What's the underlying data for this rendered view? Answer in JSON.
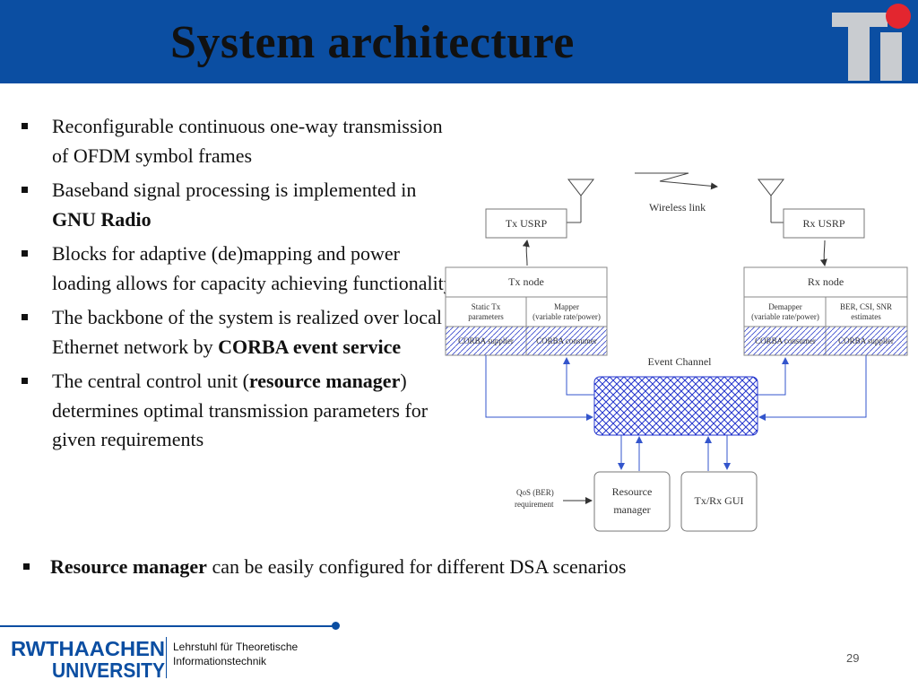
{
  "slide": {
    "title": "System architecture",
    "bullets": [
      {
        "text": "Reconfigurable continuous one-way transmission of OFDM symbol frames"
      },
      {
        "pre": "Baseband signal processing is implemented in ",
        "bold": "GNU Radio",
        "post": ""
      },
      {
        "text": "Blocks for adaptive (de)mapping and power loading allows for capacity achieving functionality"
      },
      {
        "pre": "The backbone of the system is realized over local Ethernet network by ",
        "bold": "CORBA event service",
        "post": ""
      },
      {
        "pre": "The central control unit (",
        "bold": "resource manager",
        "post": ") determines optimal transmission parameters for given requirements"
      }
    ],
    "bottom_bullet": {
      "bold": "Resource manager",
      "post": " can be easily configured for different DSA scenarios"
    }
  },
  "diagram": {
    "tx_usrp": "Tx USRP",
    "rx_usrp": "Rx USRP",
    "wireless_link": "Wireless link",
    "tx_node": "Tx node",
    "rx_node": "Rx node",
    "static_tx": [
      "Static Tx",
      "parameters"
    ],
    "mapper": [
      "Mapper",
      "(variable rate/power)"
    ],
    "demapper": [
      "Demapper",
      "(variable rate/power)"
    ],
    "estimates": [
      "BER, CSI, SNR",
      "estimates"
    ],
    "corba_supplier": "CORBA supplier",
    "corba_consumer": "CORBA consumer",
    "event_channel": "Event Channel",
    "resource_manager": [
      "Resource",
      "manager"
    ],
    "gui": "Tx/Rx GUI",
    "qos": [
      "QoS (BER)",
      "requirement"
    ]
  },
  "logos": {
    "ti_accent_color": "#e3262f",
    "ti_letter_color": "#c9ccd0",
    "rwth_line1": "RWTHAACHEN",
    "rwth_line2": "UNIVERSITY"
  },
  "footer": {
    "chair_line1": "Lehrstuhl für Theoretische",
    "chair_line2": "Informationstechnik",
    "page_number": "29"
  },
  "colors": {
    "header_blue": "#0b4ea2",
    "arrow_blue": "#3355cc",
    "hatch_blue": "#2233cc"
  }
}
